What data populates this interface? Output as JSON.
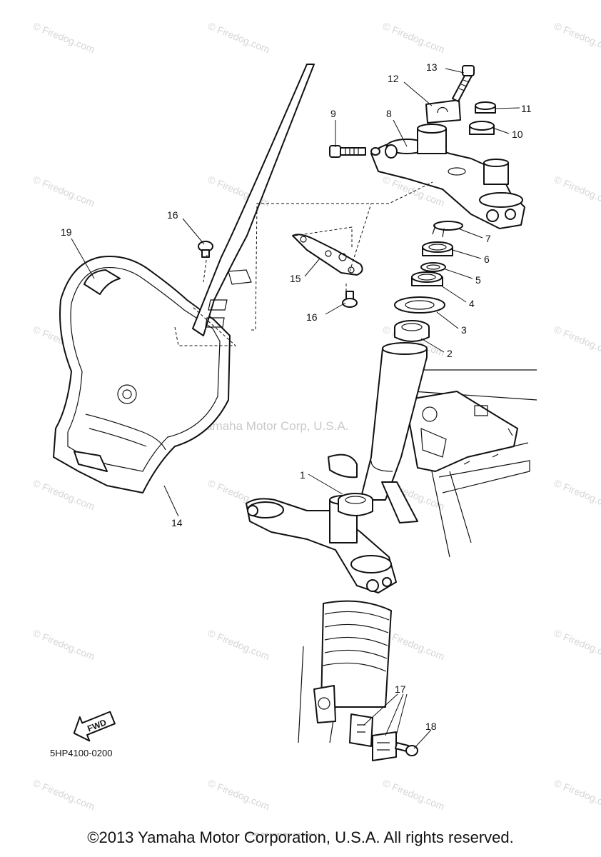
{
  "watermark": {
    "text": "Firedog.com",
    "center_text": "Yamaha Motor Corp, U.S.A."
  },
  "callouts": [
    "1",
    "2",
    "3",
    "4",
    "5",
    "6",
    "7",
    "8",
    "9",
    "10",
    "11",
    "12",
    "13",
    "14",
    "15",
    "16",
    "16",
    "17",
    "18",
    "19"
  ],
  "fwd_label": "FWD",
  "diagram_code": "5HP4100-0200",
  "copyright": "©2013 Yamaha Motor Corporation, U.S.A. All rights reserved.",
  "small_notice": "(c) 2005-2015 Yamaha Motor Corporation, U.S.A."
}
